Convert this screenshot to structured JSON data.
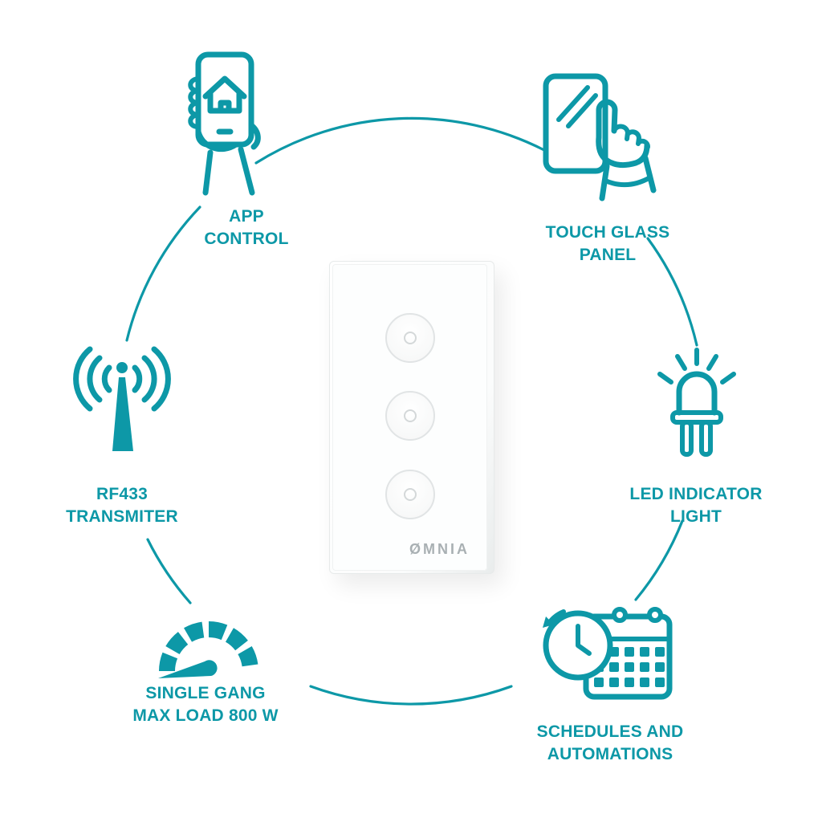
{
  "accent_color": "#0d98a7",
  "logo_color": "#a9b0b3",
  "product": {
    "brand_logo": "ØMNIA"
  },
  "icons": {
    "app_control": "hand-holding-smartphone-home-icon",
    "touch_glass": "finger-touching-glass-panel-icon",
    "rf433": "antenna-radio-waves-icon",
    "led": "led-diode-shining-icon",
    "single_gang": "gauge-meter-icon",
    "schedules": "clock-calendar-icon"
  },
  "features": {
    "app_control": {
      "label_line1": "APP",
      "label_line2": "CONTROL"
    },
    "touch_glass": {
      "label_line1": "TOUCH GLASS",
      "label_line2": "PANEL"
    },
    "rf433": {
      "label_line1": "RF433",
      "label_line2": "TRANSMITER"
    },
    "led": {
      "label_line1": "LED INDICATOR",
      "label_line2": "LIGHT"
    },
    "single_gang": {
      "label_line1": "SINGLE GANG",
      "label_line2": "MAX LOAD 800 W"
    },
    "schedules": {
      "label_line1": "SCHEDULES AND",
      "label_line2": "AUTOMATIONS"
    }
  }
}
